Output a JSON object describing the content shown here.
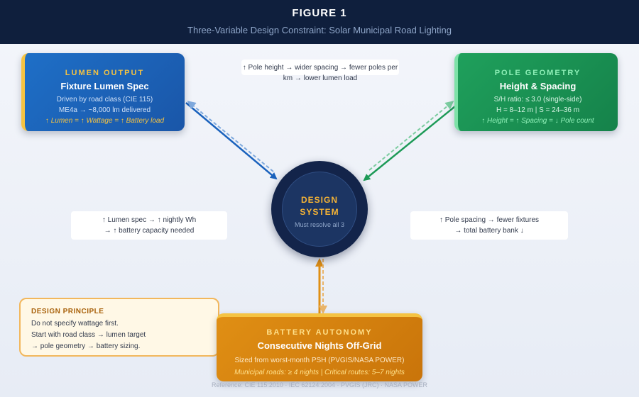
{
  "header": {
    "title": "FIGURE 1",
    "subtitle": "Three-Variable Design Constraint: Solar Municipal Road Lighting"
  },
  "lumen_box": {
    "kicker": "LUMEN OUTPUT",
    "title": "Fixture Lumen Spec",
    "line1": "Driven by road class (CIE 115)",
    "line2": "ME4a → ~8,000 lm delivered",
    "note": "↑ Lumen = ↑ Wattage = ↑ Battery load"
  },
  "pole_box": {
    "kicker": "POLE GEOMETRY",
    "title": "Height & Spacing",
    "line1": "S/H ratio: ≤ 3.0 (single-side)",
    "line2": "H = 8–12 m | S = 24–36 m",
    "note": "↑ Height = ↑ Spacing = ↓ Pole count"
  },
  "battery_box": {
    "kicker": "BATTERY AUTONOMY",
    "title": "Consecutive Nights Off-Grid",
    "line1": "Sized from worst-month PSH (PVGIS/NASA POWER)",
    "note": "Municipal roads: ≥ 4 nights | Critical routes: 5–7 nights"
  },
  "center": {
    "title_line1": "DESIGN",
    "title_line2": "SYSTEM",
    "subtitle": "Must resolve all 3"
  },
  "link_notes": {
    "top": "↑ Pole height → wider spacing → fewer poles per km → lower lumen load",
    "left_line1": "↑ Lumen spec → ↑ nightly Wh",
    "left_line2": "→ ↑ battery capacity needed",
    "right_line1": "↑ Pole spacing → fewer fixtures",
    "right_line2": "→ total battery bank ↓"
  },
  "principle": {
    "heading": "DESIGN PRINCIPLE",
    "line1": "Do not specify wattage first.",
    "line2": "Start with road class → lumen target",
    "line3": "→ pole geometry → battery sizing."
  },
  "reference": "Reference: CIE 115:2010 · IEC 62124:2004 · PVGIS (JRC) · NASA POWER",
  "colors": {
    "lumen": "#1e6fc7",
    "pole": "#1fa05c",
    "battery": "#e08f14",
    "accent": "#f5c342",
    "navy": "#0f1f3d"
  }
}
